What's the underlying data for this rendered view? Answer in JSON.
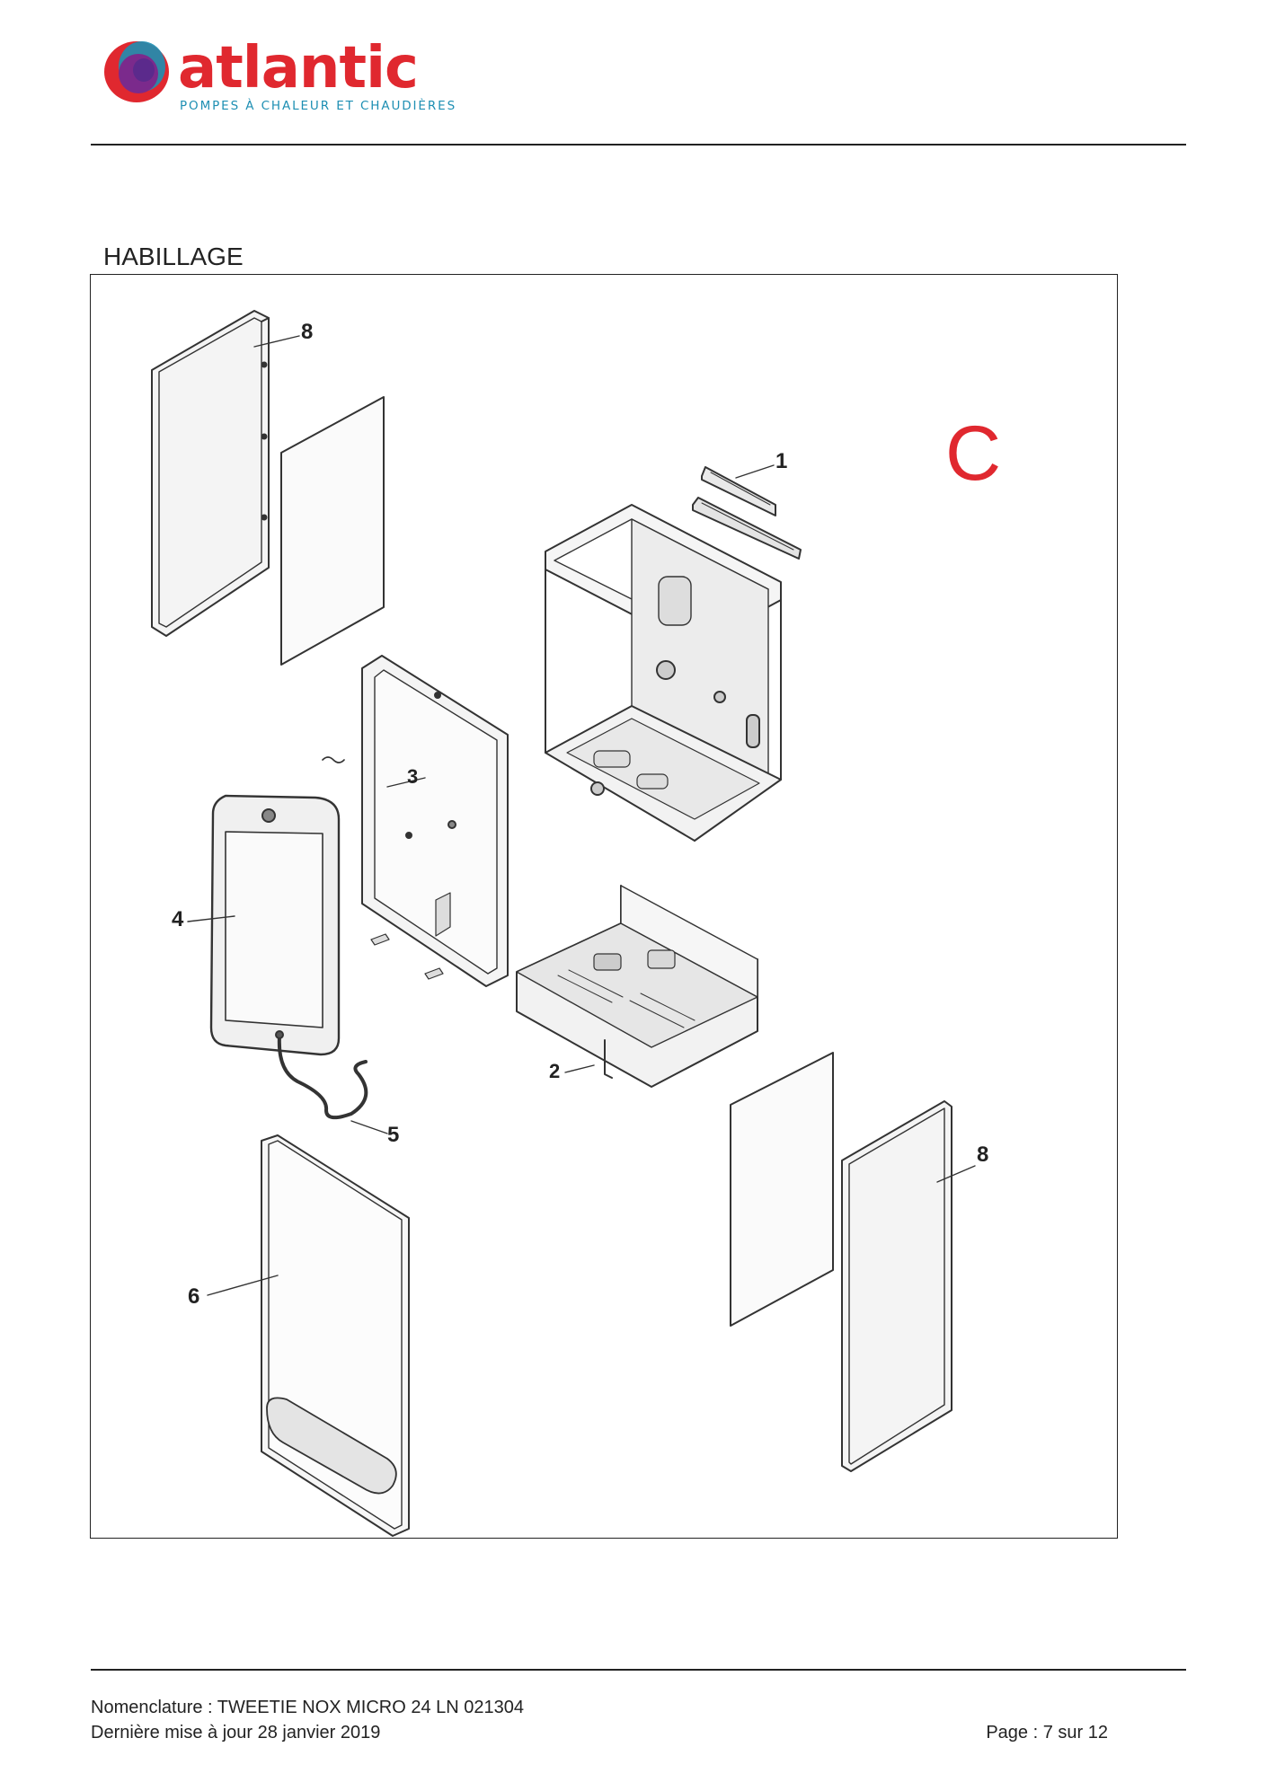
{
  "header": {
    "brand": "atlantic",
    "tagline": "POMPES À CHALEUR ET CHAUDIÈRES",
    "brand_color": "#e0282f",
    "brand_accent": "#7b2a8c",
    "tagline_color": "#1e8fb3"
  },
  "section": {
    "title": "HABILLAGE",
    "variant": "C",
    "variant_color": "#e0282f"
  },
  "diagram": {
    "callouts": [
      {
        "id": "callout-1",
        "label": "1"
      },
      {
        "id": "callout-2",
        "label": "2"
      },
      {
        "id": "callout-3",
        "label": "3"
      },
      {
        "id": "callout-4",
        "label": "4"
      },
      {
        "id": "callout-5",
        "label": "5"
      },
      {
        "id": "callout-6",
        "label": "6"
      },
      {
        "id": "callout-8a",
        "label": "8"
      },
      {
        "id": "callout-8b",
        "label": "8"
      }
    ]
  },
  "footer": {
    "nomenclature": "Nomenclature : TWEETIE NOX MICRO 24 LN 021304",
    "updated": "Dernière mise à jour 28 janvier 2019",
    "page": "Page : 7 sur 12"
  }
}
